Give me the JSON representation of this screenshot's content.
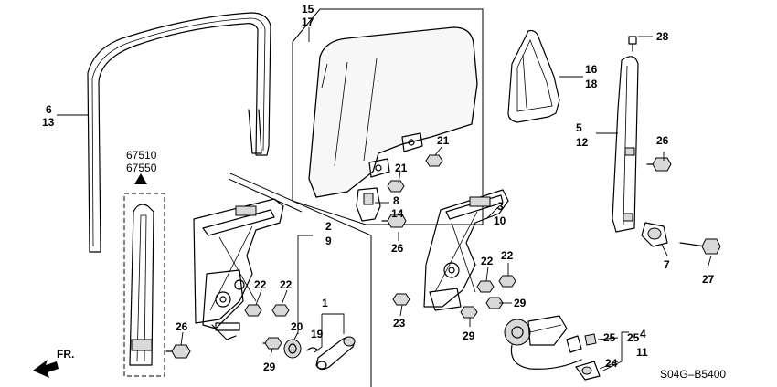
{
  "callouts": {
    "n1": "1",
    "n2": "2",
    "n3": "3",
    "n4": "4",
    "n5": "5",
    "n6": "6",
    "n7": "7",
    "n8": "8",
    "n9": "9",
    "n10": "10",
    "n11": "11",
    "n12": "12",
    "n13": "13",
    "n14": "14",
    "n15": "15",
    "n16": "16",
    "n17": "17",
    "n18": "18",
    "n19": "19",
    "n20": "20",
    "n21a": "21",
    "n21b": "21",
    "n22a": "22",
    "n22b": "22",
    "n22c": "22",
    "n22d": "22",
    "n23": "23",
    "n24": "24",
    "n25a": "25",
    "n25b": "25",
    "n26a": "26",
    "n26b": "26",
    "n26c": "26",
    "n27": "27",
    "n28": "28",
    "n29a": "29",
    "n29b": "29",
    "n29c": "29"
  },
  "reference": {
    "code1": "67510",
    "code2": "67550"
  },
  "direction": {
    "label": "FR."
  },
  "diagram_code": "S04G–B5400"
}
